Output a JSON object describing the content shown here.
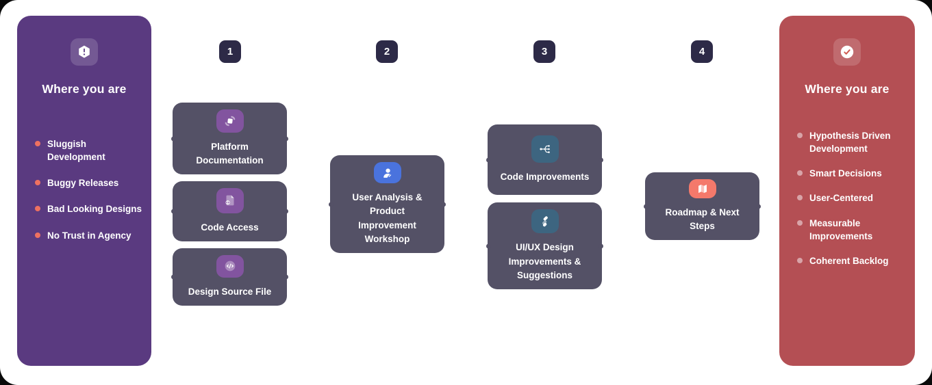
{
  "colors": {
    "panel_purple": "#5a3a80",
    "panel_red": "#b44f54",
    "card_bg": "#545166",
    "badge_bg": "#2d2a47",
    "tile_purple": "#82549f",
    "tile_blue": "#4a73dd",
    "tile_steel": "#3d6580",
    "tile_coral": "#f4796b",
    "dot_left": "#ee7160",
    "dot_right": "#d8a4a8",
    "text_white": "#ffffff"
  },
  "left_panel": {
    "title": "Where you are",
    "icon": "alert-hexagon-icon",
    "items": [
      "Sluggish Development",
      "Buggy Releases",
      "Bad Looking Designs",
      "No Trust in Agency"
    ]
  },
  "right_panel": {
    "title": "Where you are",
    "icon": "check-circle-icon",
    "items": [
      "Hypothesis Driven Development",
      "Smart Decisions",
      "User-Centered",
      "Measurable Improvements",
      "Coherent Backlog"
    ]
  },
  "steps": [
    {
      "number": "1",
      "cards": [
        {
          "label": "Platform Documentation",
          "icon": "sync-box-icon"
        },
        {
          "label": "Code Access",
          "icon": "code-file-icon"
        },
        {
          "label": "Design Source File",
          "icon": "code-circle-icon"
        }
      ]
    },
    {
      "number": "2",
      "cards": [
        {
          "label": "User Analysis & Product Improvement Workshop",
          "icon": "user-edit-icon"
        }
      ]
    },
    {
      "number": "3",
      "cards": [
        {
          "label": "Code Improvements",
          "icon": "branch-icon"
        },
        {
          "label": "UI/UX Design Improvements & Suggestions",
          "icon": "brush-strokes-icon"
        }
      ]
    },
    {
      "number": "4",
      "cards": [
        {
          "label": "Roadmap & Next Steps",
          "icon": "map-icon"
        }
      ]
    }
  ]
}
